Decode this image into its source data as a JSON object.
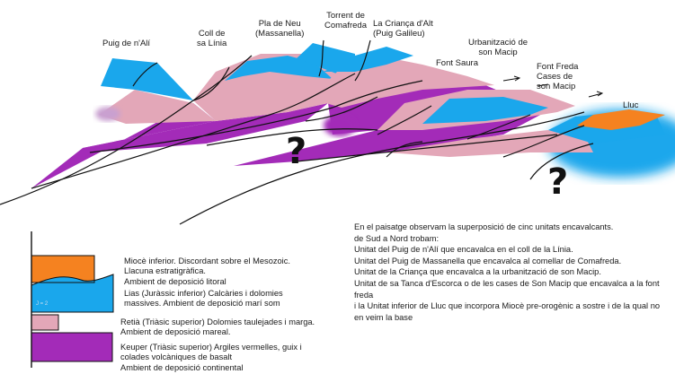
{
  "colors": {
    "miocene": "#f58220",
    "lias": "#1aa7ec",
    "retia": "#e3a7b8",
    "keuper": "#a32bb8"
  },
  "places": {
    "puig_nali": "Puig de n'Alí",
    "coll_linia": "Coll de\nsa Línia",
    "pla_neu": "Pla de Neu\n(Massanella)",
    "torrent": "Torrent de\nComafreda",
    "crianca": "La Criança d'Alt\n(Puig Galileu)",
    "urbanitzacio": "Urbanització de\nson Macip",
    "font_saura": "Font Saura",
    "font_freda": "Font Freda\nCases de\nson Macip",
    "lluc": "Lluc"
  },
  "unknown_mark": "?",
  "legend": {
    "miocene": "Miocè inferior. Discordant sobre el Mesozoic.\nLlacuna estratigràfica.\nAmbient de deposició litoral",
    "lias_symbol": "J = 2",
    "lias": "Lias (Juràssic inferior) Calcàries i dolomies\nmassives. Ambient de deposició marí som",
    "retia": "Retià (Triàsic superior) Dolomies taulejades i marga.\nAmbient de deposició mareal.",
    "keuper": "Keuper (Triàsic superior) Argiles vermelles, guix i\ncolades volcàniques de basalt\nAmbient de deposició continental"
  },
  "description": [
    "En el paisatge observam la superposició de cinc unitats encavalcants.",
    "de Sud a Nord trobam:",
    "Unitat del Puig de n'Alí que encavalca en el coll de la Línia.",
    "Unitat del Puig de Massanella que encavalca al comellar de Comafreda.",
    "Unitat de la Criança que encavalca a la urbanització de son Macip.",
    "Unitat de sa Tanca d'Escorca o de les cases de Son Macip que encavalca a la font freda",
    "i la Unitat inferior de Lluc que incorpora Miocè pre-orogènic a sostre i de la qual no en veim la base"
  ]
}
